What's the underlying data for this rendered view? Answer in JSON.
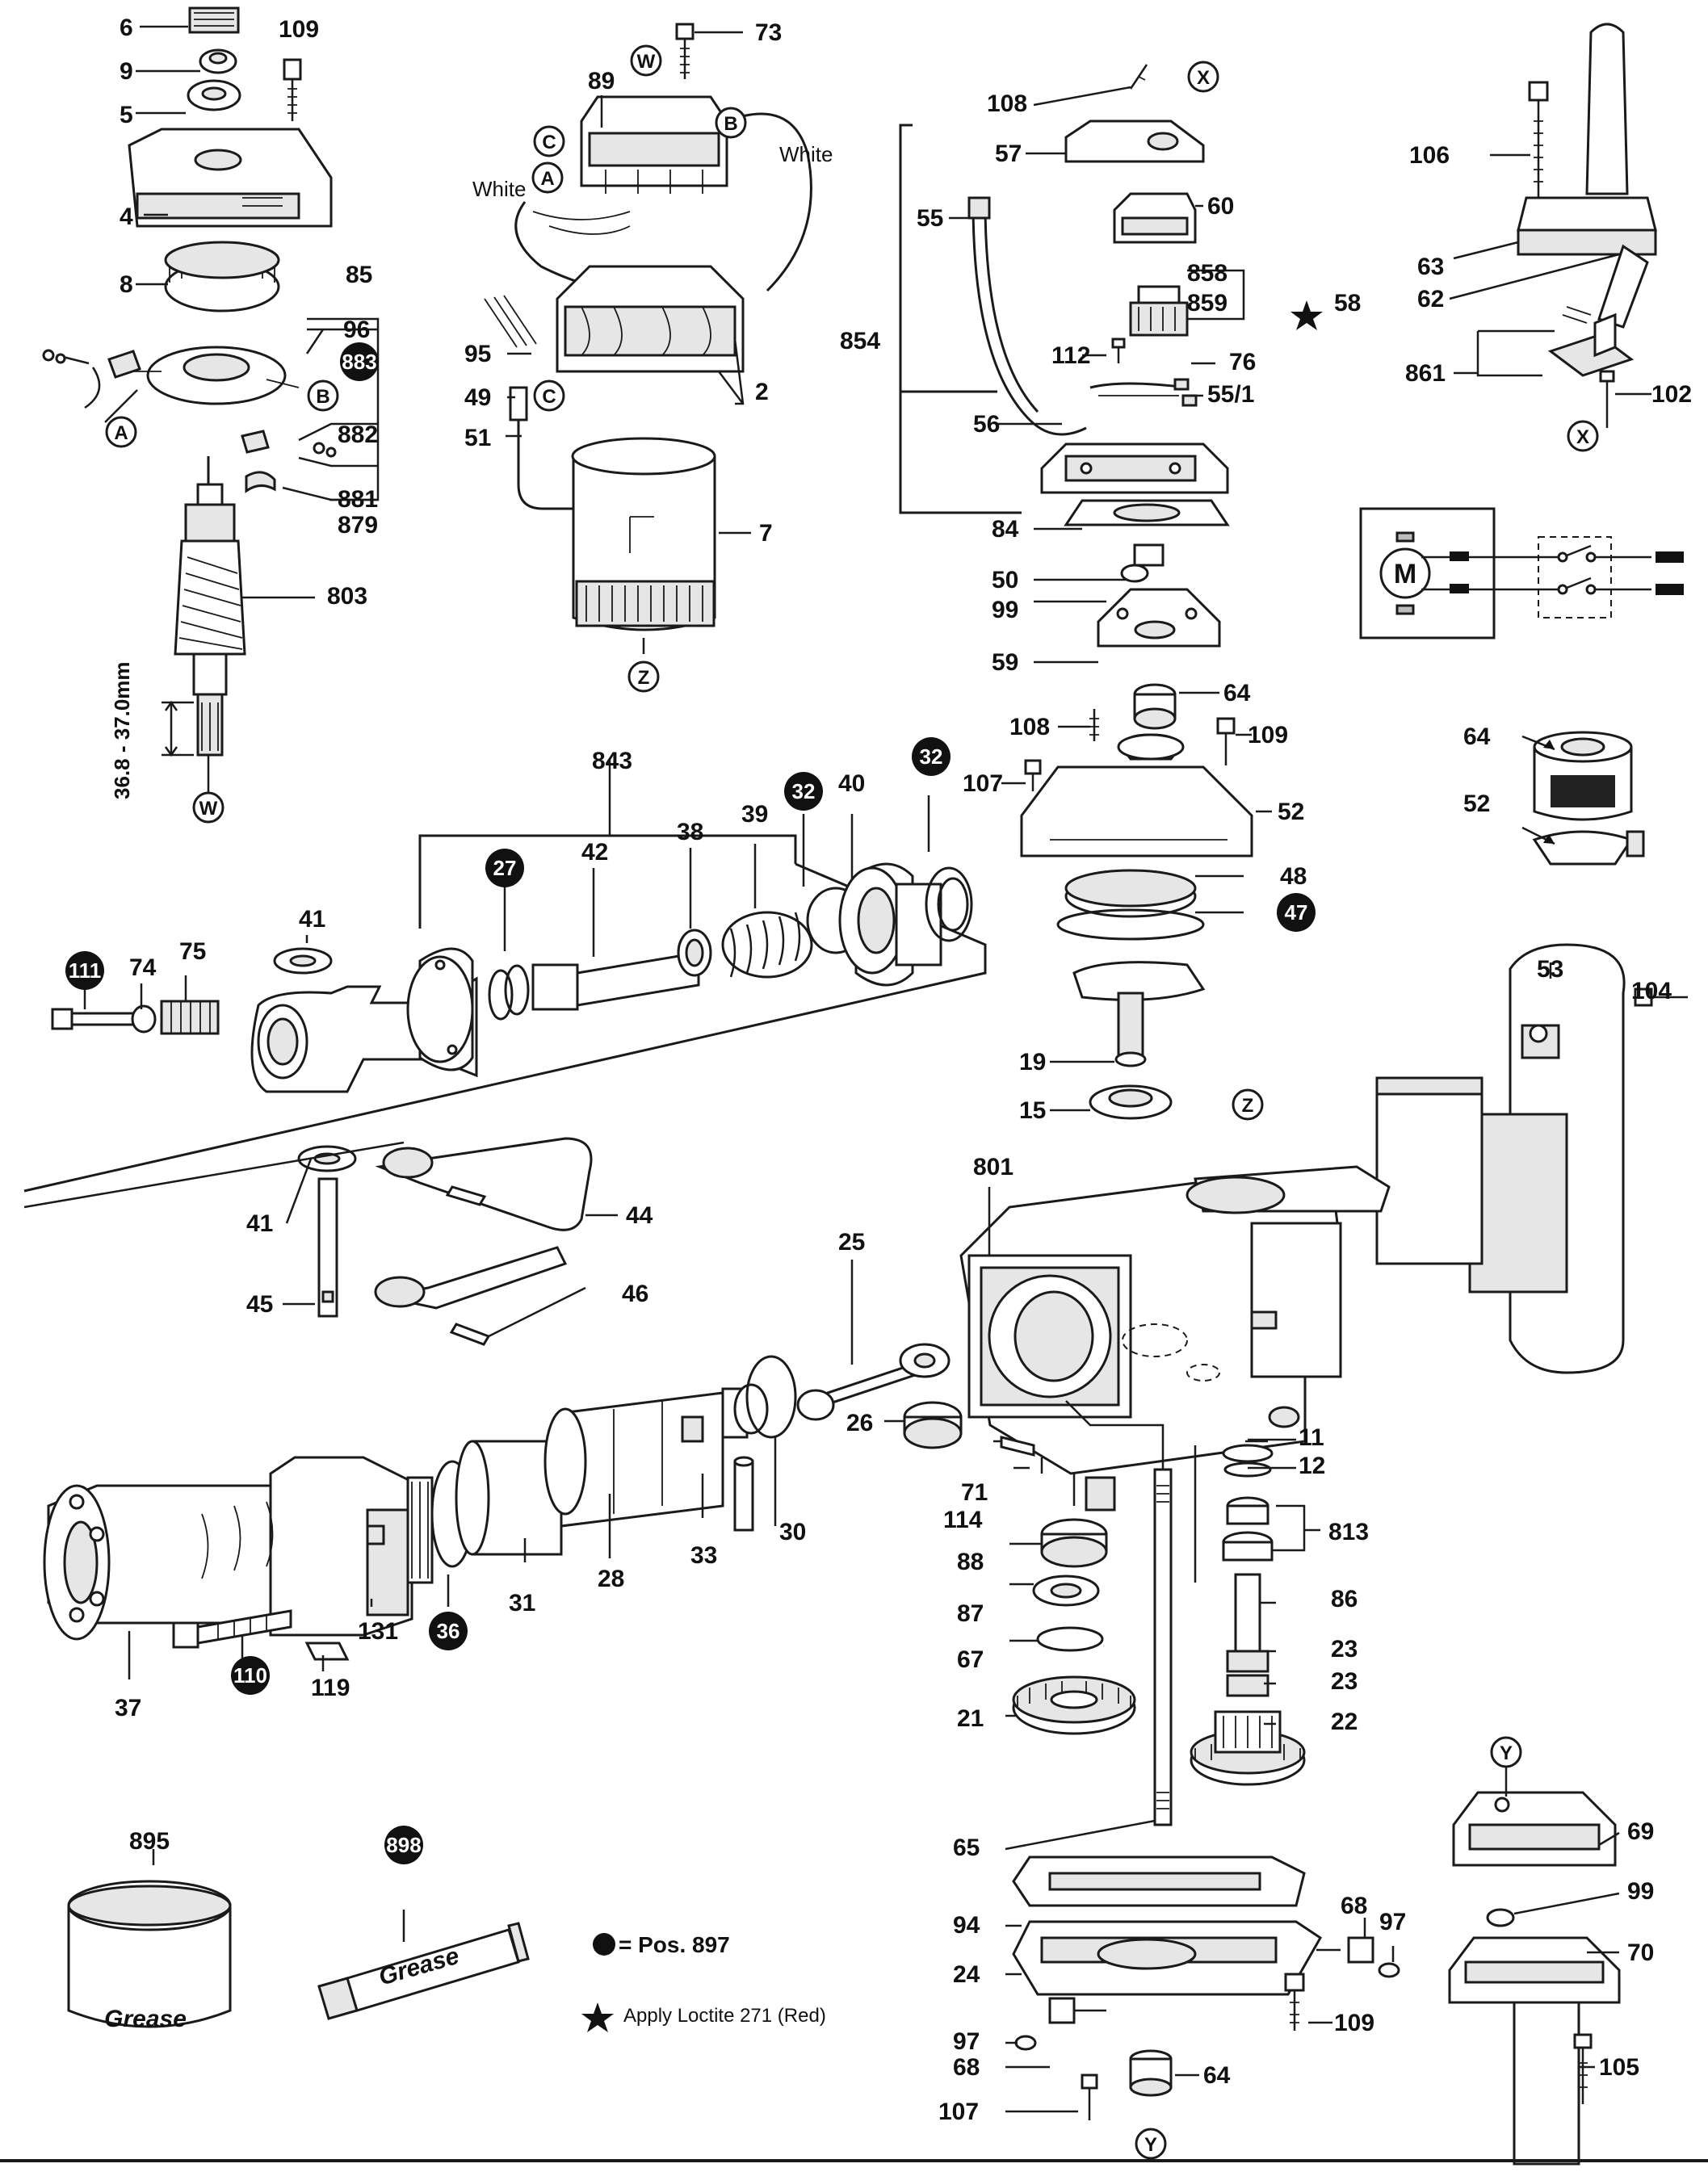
{
  "labels": {
    "p6": "6",
    "p9": "9",
    "p5": "5",
    "p4": "4",
    "p8": "8",
    "p85": "85",
    "p96": "96",
    "p883": "883",
    "p882": "882",
    "p881": "881",
    "p879": "879",
    "p803": "803",
    "p109a": "109",
    "p73": "73",
    "p89": "89",
    "p95": "95",
    "p49": "49",
    "p51": "51",
    "p2": "2",
    "p7": "7",
    "p108a": "108",
    "p57": "57",
    "p55": "55",
    "p60": "60",
    "p854": "854",
    "p858": "858",
    "p859": "859",
    "p58": "58",
    "p112": "112",
    "p76": "76",
    "p55_1": "55/1",
    "p56": "56",
    "p84": "84",
    "p50": "50",
    "p99a": "99",
    "p59": "59",
    "p64a": "64",
    "p108b": "108",
    "p109b": "109",
    "p107a": "107",
    "p52a": "52",
    "p48": "48",
    "p47": "47",
    "p19": "19",
    "p15": "15",
    "p106": "106",
    "p63": "63",
    "p62": "62",
    "p861": "861",
    "p102": "102",
    "p64b": "64",
    "p52b": "52",
    "p53": "53",
    "p104": "104",
    "p843": "843",
    "p27": "27",
    "p42": "42",
    "p38": "38",
    "p39": "39",
    "p32a": "32",
    "p40": "40",
    "p32b": "32",
    "p41a": "41",
    "p111": "111",
    "p74": "74",
    "p75": "75",
    "p41b": "41",
    "p44": "44",
    "p45": "45",
    "p46": "46",
    "p25": "25",
    "p801": "801",
    "p26": "26",
    "p30": "30",
    "p33": "33",
    "p28": "28",
    "p31": "31",
    "p36": "36",
    "p131": "131",
    "p110": "110",
    "p119": "119",
    "p37": "37",
    "p71": "71",
    "p114": "114",
    "p88": "88",
    "p87": "87",
    "p67": "67",
    "p21": "21",
    "p11": "11",
    "p12": "12",
    "p813": "813",
    "p86": "86",
    "p23a": "23",
    "p23b": "23",
    "p22": "22",
    "p65": "65",
    "p94": "94",
    "p24": "24",
    "p68a": "68",
    "p97a": "97",
    "p97b": "97",
    "p68b": "68",
    "p109c": "109",
    "p64c": "64",
    "p107b": "107",
    "p69": "69",
    "p99b": "99",
    "p70": "70",
    "p105": "105",
    "p895": "895",
    "p898": "898"
  },
  "refs": {
    "W1": "W",
    "W2": "W",
    "X1": "X",
    "X2": "X",
    "Y1": "Y",
    "Y2": "Y",
    "Z1": "Z",
    "Z2": "Z",
    "A1": "A",
    "A2": "A",
    "B1": "B",
    "B2": "B",
    "C1": "C",
    "C2": "C"
  },
  "wire_labels": {
    "white_left": "White",
    "white_right": "White"
  },
  "dimension": "36.8 - 37.0mm",
  "grease": {
    "tin": "Grease",
    "tube": "Grease"
  },
  "legend": {
    "dot_text": "= Pos. 897",
    "star_text": "Apply Loctite 271 (Red)"
  },
  "motor_symbol": "M"
}
